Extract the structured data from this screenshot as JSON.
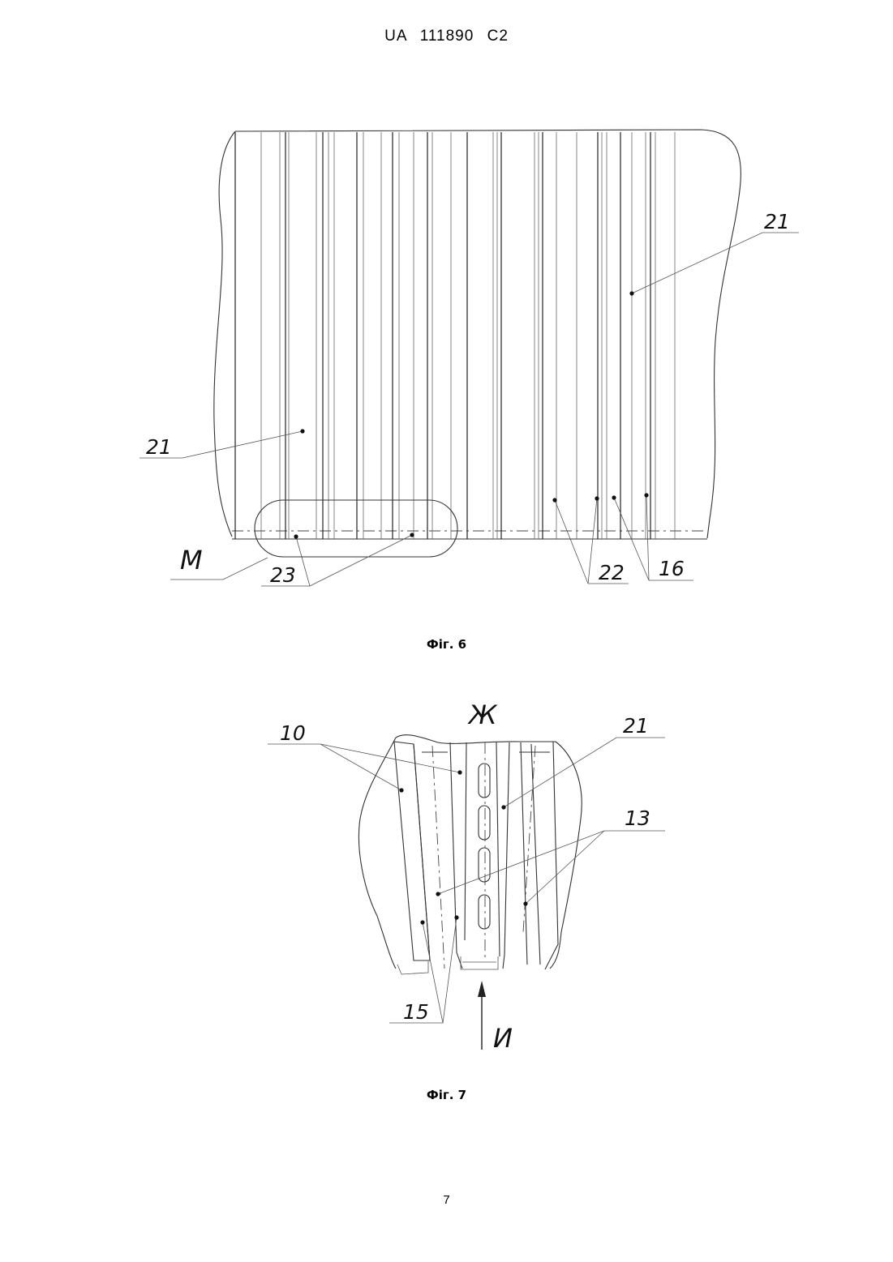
{
  "header": {
    "text": "UA   111890   C2"
  },
  "figure6": {
    "caption": "Фіг. 6",
    "labels": {
      "ref21a": "21",
      "ref21b": "21",
      "refM": "M",
      "ref23": "23",
      "ref22": "22",
      "ref16": "16"
    }
  },
  "figure7": {
    "caption": "Фіг. 7",
    "labels": {
      "refZh": "Ж",
      "ref10": "10",
      "ref21": "21",
      "ref13": "13",
      "ref15": "15",
      "refI": "И"
    }
  },
  "page": {
    "number": "7"
  }
}
